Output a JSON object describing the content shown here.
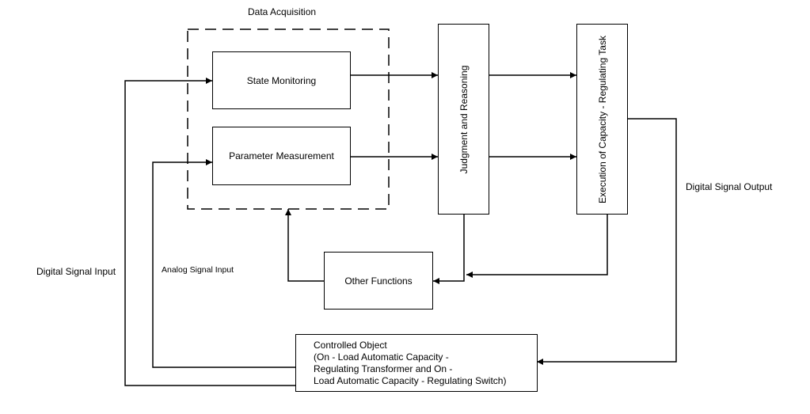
{
  "labels": {
    "data_acquisition": "Data Acquisition",
    "digital_signal_input": "Digital Signal Input",
    "analog_signal_input": "Analog Signal Input",
    "digital_signal_output": "Digital Signal Output"
  },
  "nodes": {
    "state_monitoring": "State Monitoring",
    "parameter_measurement": "Parameter Measurement",
    "judgment_reasoning": "Judgment and Reasoning",
    "execution_task": "Execution of Capacity - Regulating Task",
    "other_functions": "Other Functions",
    "controlled_object": [
      "Controlled Object",
      "(On - Load Automatic Capacity -",
      "Regulating  Transformer and On -",
      "Load Automatic Capacity - Regulating Switch)"
    ]
  }
}
